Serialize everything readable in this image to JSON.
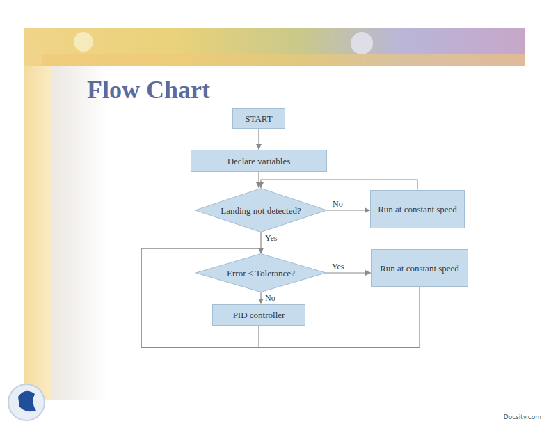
{
  "diagram": {
    "title": "Flow Chart",
    "nodes": [
      {
        "text": [
          "START"
        ]
      },
      {
        "text": [
          "Declare variables"
        ]
      },
      {
        "text": [
          "Landing not detected?"
        ]
      },
      {
        "text": [
          "Run at constant speed"
        ]
      },
      {
        "text": [
          "Error < Tolerance?"
        ]
      },
      {
        "text": [
          "Run at constant speed"
        ]
      },
      {
        "text": [
          "PID controller"
        ]
      }
    ],
    "edges": [
      {
        "from": 0,
        "to": 1,
        "arrow": "to"
      },
      {
        "from": 1,
        "to": 2,
        "arrow": "to"
      },
      {
        "from": 2,
        "to": 3,
        "label": "No",
        "arrow": "to"
      },
      {
        "from": 3,
        "to": 2,
        "arrow": "to"
      },
      {
        "from": 2,
        "to": 4,
        "label": "Yes",
        "arrow": "to"
      },
      {
        "from": 4,
        "to": 5,
        "label": "Yes",
        "arrow": "to"
      },
      {
        "from": 4,
        "to": 6,
        "label": "No",
        "arrow": "to"
      },
      {
        "from": 6,
        "to": 4,
        "arrow": "to"
      },
      {
        "from": 5,
        "to": 4,
        "arrow": "to"
      }
    ],
    "labels": [
      "Docsity.com"
    ]
  }
}
